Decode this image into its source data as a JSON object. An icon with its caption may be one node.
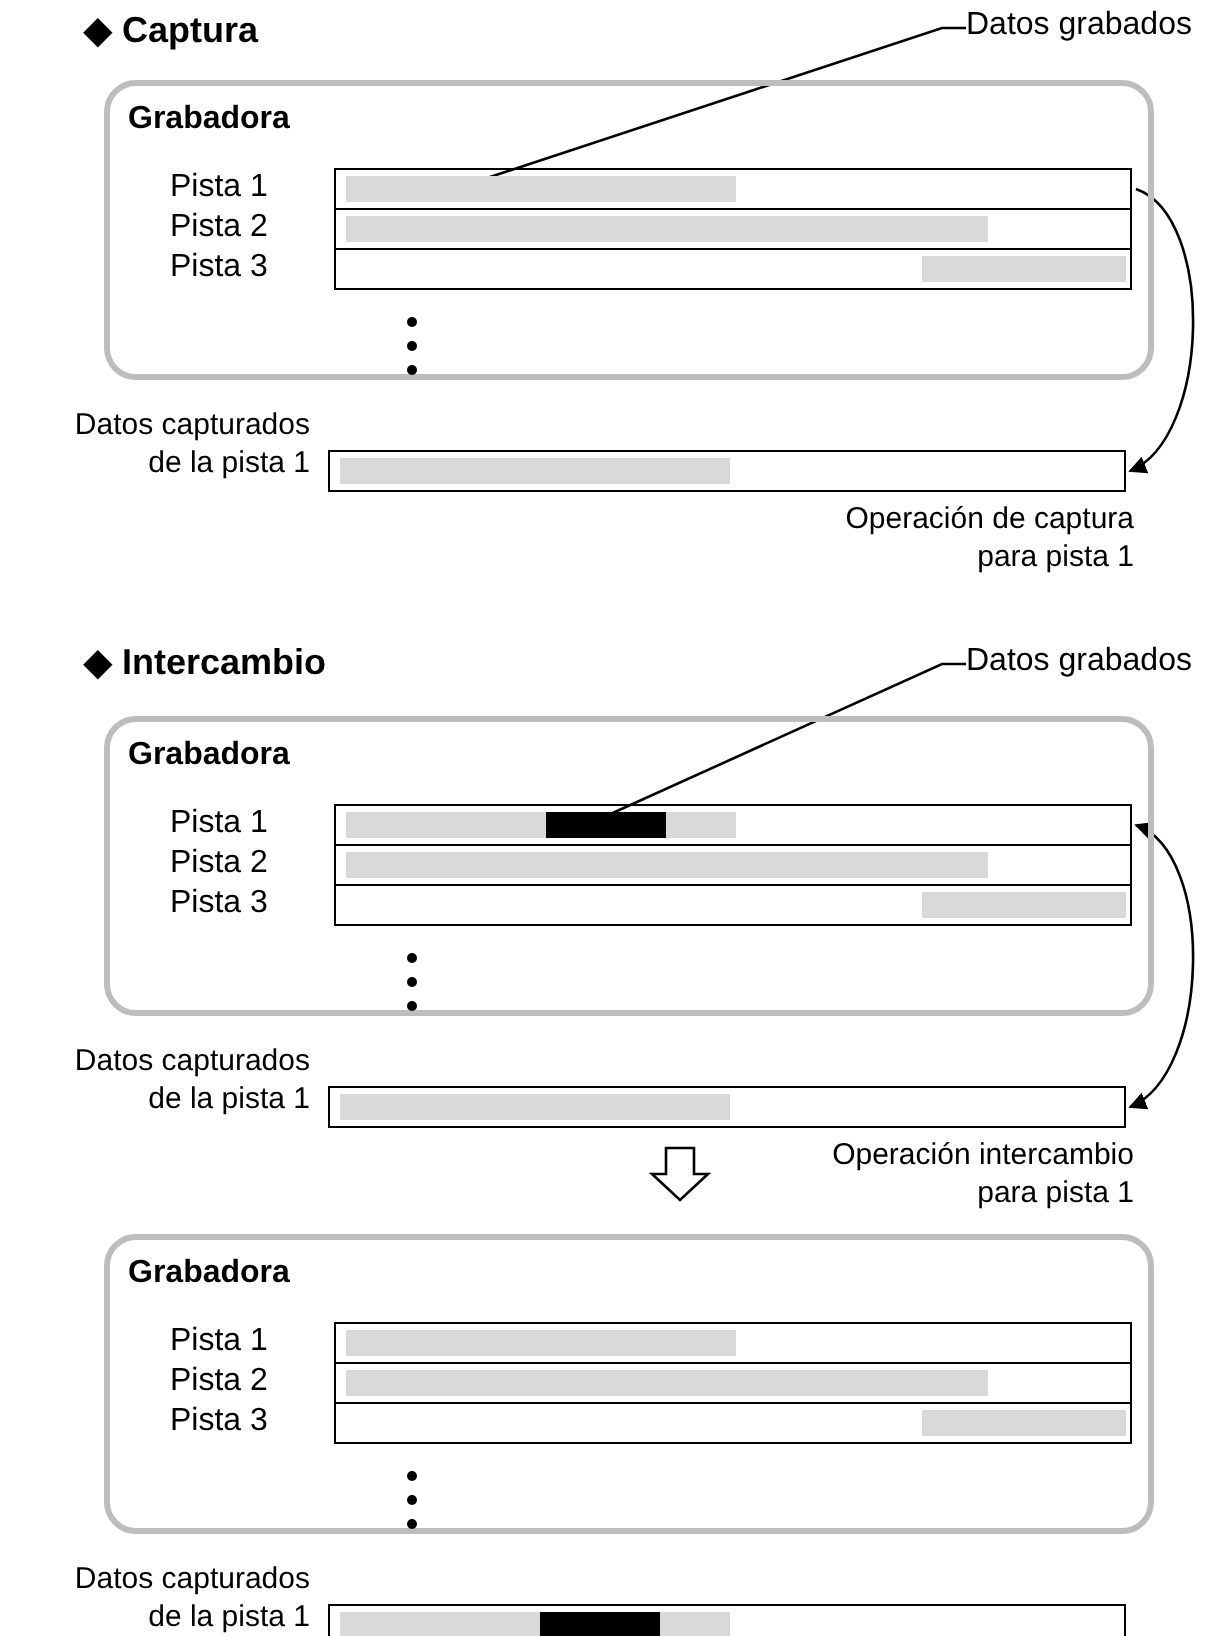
{
  "diagram": {
    "nodes": [
      {
        "text": [
          "Datos grabados"
        ]
      },
      {
        "text": [
          "Grabadora"
        ]
      },
      {
        "text": [
          "Pista 1"
        ],
        "in": 1
      },
      {
        "text": [],
        "shape": "bar",
        "in": 2
      },
      {
        "text": [
          "Pista 2"
        ],
        "in": 1
      },
      {
        "text": [
          "Pista 3"
        ],
        "in": 1
      },
      {
        "text": [
          "Datos capturados de la pista 1"
        ]
      },
      {
        "text": [
          "Datos grabados"
        ]
      },
      {
        "text": [
          "Grabadora"
        ]
      },
      {
        "text": [
          "Pista 1"
        ],
        "in": 8
      },
      {
        "text": [],
        "shape": "bar",
        "in": 9
      },
      {
        "text": [
          "Pista 2"
        ],
        "in": 8
      },
      {
        "text": [
          "Pista 3"
        ],
        "in": 8
      },
      {
        "text": [
          "Datos capturados de la pista 1"
        ]
      },
      {
        "text": [
          "Grabadora"
        ]
      },
      {
        "text": [
          "Pista 1"
        ],
        "in": 14
      },
      {
        "text": [
          "Pista 2"
        ],
        "in": 14
      },
      {
        "text": [
          "Pista 3"
        ],
        "in": 14
      },
      {
        "text": [
          "Datos capturados de la pista 1"
        ]
      }
    ],
    "edges": [
      {
        "from": 0,
        "to": 3,
        "arrow": "none"
      },
      {
        "from": 2,
        "to": 6,
        "arrow": "to",
        "label": "Operación de captura para pista 1"
      },
      {
        "from": 7,
        "to": 10,
        "arrow": "none"
      },
      {
        "from": 9,
        "to": 13,
        "arrow": "both",
        "label": "Operación intercambio para pista 1"
      },
      {
        "from": 13,
        "to": 14,
        "arrow": "to"
      }
    ],
    "labels": [
      "◆ Captura",
      "◆ Intercambio"
    ]
  }
}
